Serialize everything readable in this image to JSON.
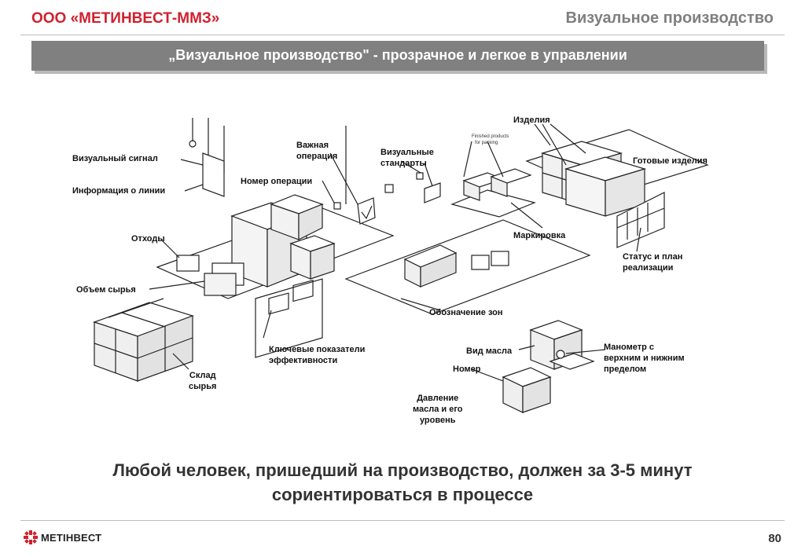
{
  "header": {
    "company": "ООО «МЕТИНВЕСТ-ММЗ»",
    "section": "Визуальное производство"
  },
  "banner": "„Визуальное производство\" - прозрачное и легкое в управлении",
  "diagram": {
    "labels": {
      "visual_signal": "Визуальный сигнал",
      "line_info": "Информация о линии",
      "waste": "Отходы",
      "raw_volume": "Объем сырья",
      "raw_storage_1": "Склад",
      "raw_storage_2": "сырья",
      "important_op_1": "Важная",
      "important_op_2": "операция",
      "op_number": "Номер операции",
      "visual_std_1": "Визуальные",
      "visual_std_2": "стандарты",
      "products": "Изделия",
      "finished": "Готовые изделия",
      "marking": "Маркировка",
      "status_1": "Статус и план",
      "status_2": "реализации",
      "zones": "Обозначение зон",
      "kpi_1": "Ключевые показатели",
      "kpi_2": "эффективности",
      "oil_view": "Вид масла",
      "number": "Номер",
      "gauge_1": "Манометр с",
      "gauge_2": "верхним и нижним",
      "gauge_3": "пределом",
      "pressure_1": "Давление",
      "pressure_2": "масла и его",
      "pressure_3": "уровень"
    },
    "sketch_texts": {
      "finished_products": "Finished products",
      "for_packing": "for packing"
    }
  },
  "bottom_text": {
    "line1": "Любой человек, пришедший на производство, должен за 3-5 минут",
    "line2": "сориентироваться в процессе"
  },
  "footer": {
    "logo": "МЕТІНВЕСТ",
    "page": "80"
  },
  "colors": {
    "brand_red": "#d0202e",
    "banner_gray": "#808080"
  }
}
